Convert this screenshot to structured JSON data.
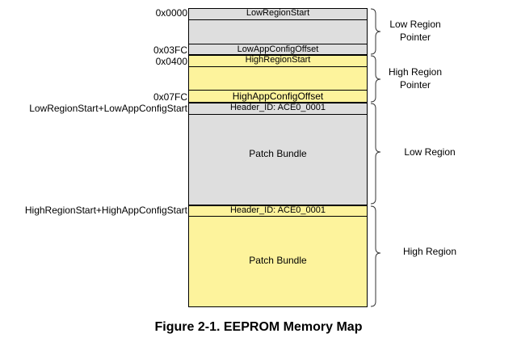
{
  "addresses": {
    "a0000": "0x0000",
    "a03FC": "0x03FC",
    "a0400": "0x0400",
    "a07FC": "0x07FC",
    "low_start": "LowRegionStart+LowAppConfigStart",
    "high_start": "HighRegionStart+HighAppConfigStart"
  },
  "cells": {
    "low_region_start": "LowRegionStart",
    "low_app_config_offset": "LowAppConfigOffset",
    "high_region_start": "HighRegionStart",
    "high_app_config_offset": "HighAppConfigOffset",
    "low_header": "Header_ID: ACE0_0001",
    "low_patch": "Patch Bundle",
    "high_header": "Header_ID: ACE0_0001",
    "high_patch": "Patch Bundle"
  },
  "braces": {
    "low_pointer": "Low Region Pointer",
    "high_pointer": "High Region Pointer",
    "low_region": "Low Region",
    "high_region": "High Region"
  },
  "caption": "Figure 2-1. EEPROM Memory Map",
  "colors": {
    "gray_fill": "#dedede",
    "yellow_fill": "#fdf39c"
  }
}
